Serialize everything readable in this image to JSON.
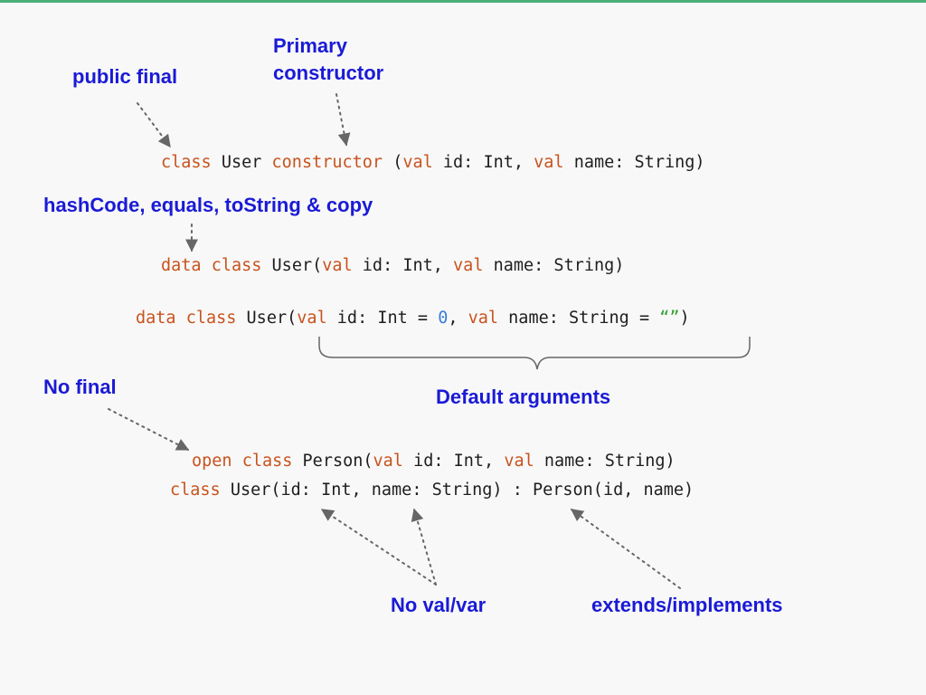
{
  "labels": {
    "public_final": "public final",
    "primary_line1": "Primary",
    "primary_line2": "constructor",
    "hashcode": "hashCode, equals, toString & copy",
    "no_final": "No final",
    "default_args": "Default arguments",
    "no_val_var": "No val/var",
    "extends": "extends/implements"
  },
  "code": {
    "line1": {
      "kw_class": "class",
      "t1": " User ",
      "kw_constructor": "constructor",
      "t2": " (",
      "kw_val1": "val",
      "t3": " id: Int, ",
      "kw_val2": "val",
      "t4": " name: String)"
    },
    "line2": {
      "kw_data": "data",
      "sp": " ",
      "kw_class": "class",
      "t1": " User(",
      "kw_val1": "val",
      "t2": " id: Int, ",
      "kw_val2": "val",
      "t3": " name: String)"
    },
    "line3": {
      "kw_data": "data",
      "sp": " ",
      "kw_class": "class",
      "t1": " User(",
      "kw_val1": "val",
      "t2": " id: Int = ",
      "num": "0",
      "t3": ", ",
      "kw_val2": "val",
      "t4": " name: String = ",
      "str": "“”",
      "t5": ")"
    },
    "line4": {
      "kw_open": "open",
      "sp": " ",
      "kw_class": "class",
      "t1": " Person(",
      "kw_val1": "val",
      "t2": " id: Int, ",
      "kw_val2": "val",
      "t3": " name: String)"
    },
    "line5": {
      "kw_class": "class",
      "t1": " User(id: Int, name: String) : Person(id, name)"
    }
  },
  "colors": {
    "label": "#1a1ad6",
    "keyword": "#c8531e",
    "number": "#3b7dd8",
    "string": "#35a035",
    "arrow": "#666666"
  }
}
